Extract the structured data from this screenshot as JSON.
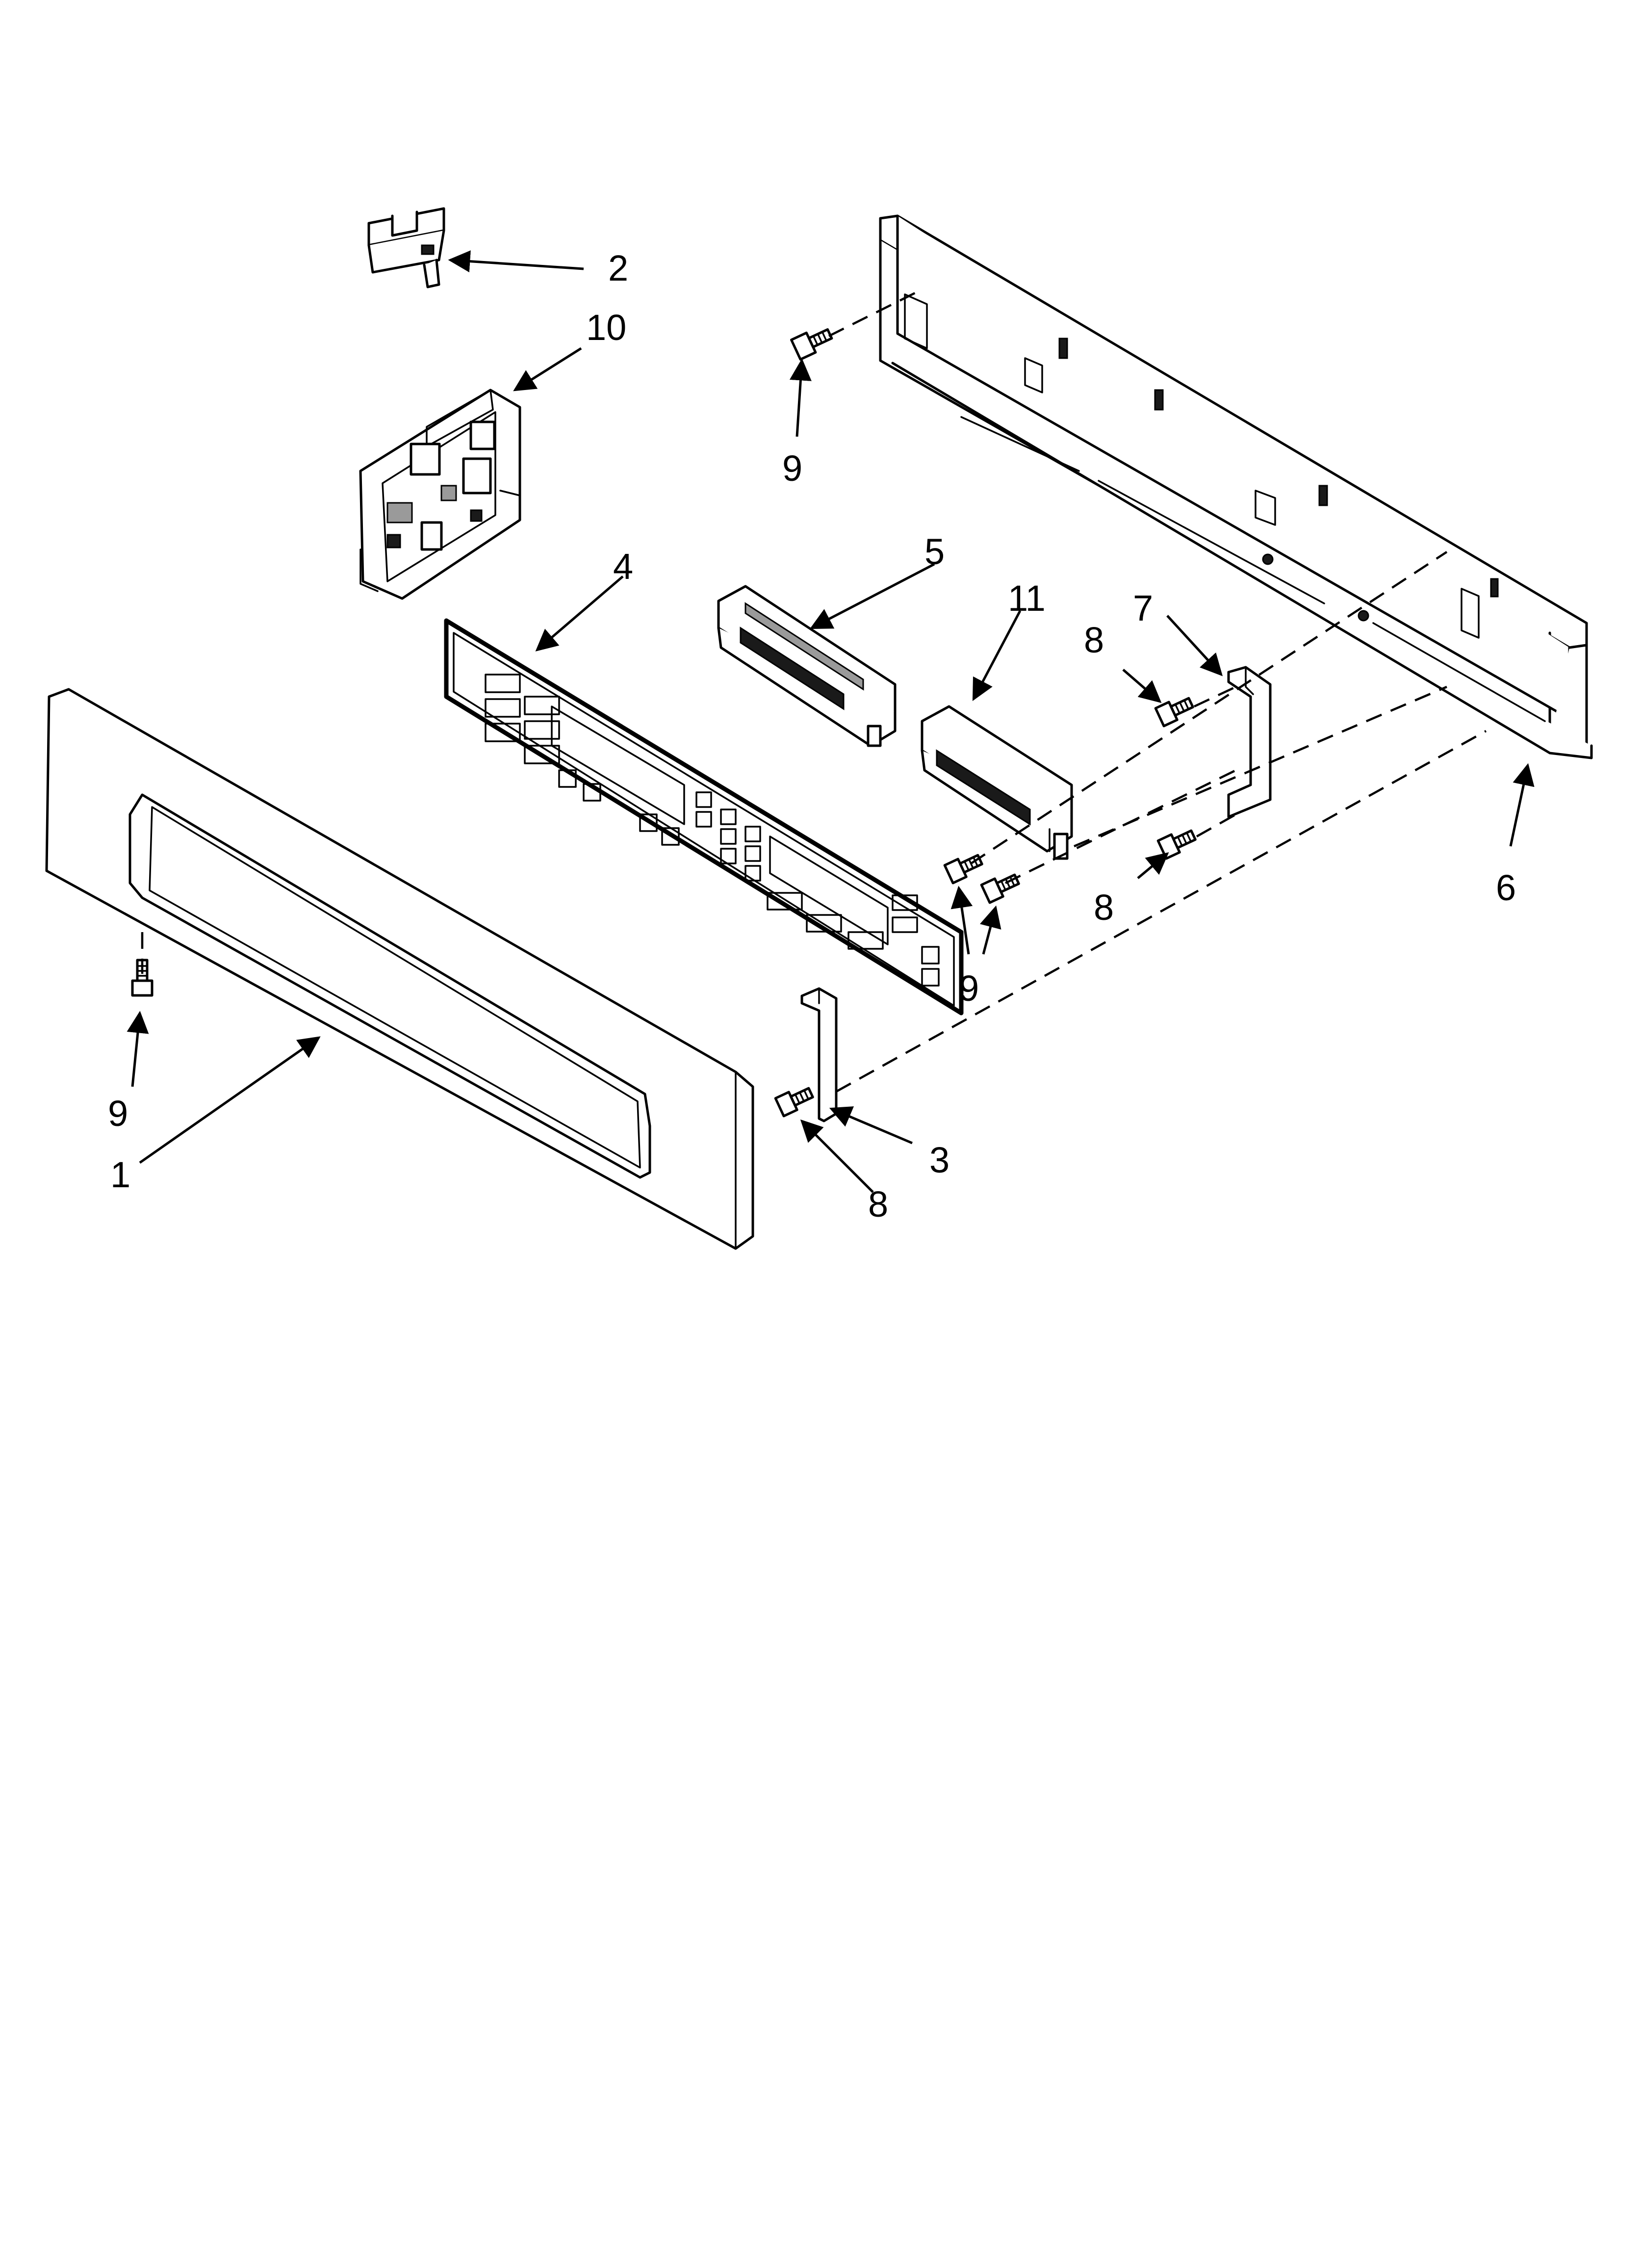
{
  "figure": {
    "background": "#ffffff",
    "line_color": "#000000"
  },
  "callouts": {
    "c1": "1",
    "c2": "2",
    "c3": "3",
    "c4": "4",
    "c5": "5",
    "c6": "6",
    "c7": "7",
    "c8a": "8",
    "c8b": "8",
    "c8c": "8",
    "c9a": "9",
    "c9b": "9",
    "c9c": "9",
    "c10": "10",
    "c11": "11"
  }
}
